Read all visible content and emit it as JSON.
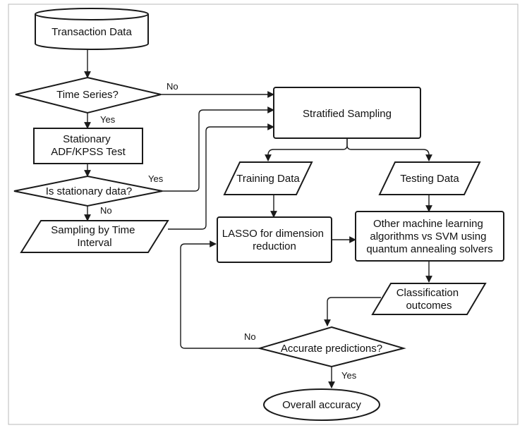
{
  "nodes": {
    "transaction_data": "Transaction Data",
    "time_series": "Time Series?",
    "stationary_test": [
      "Stationary",
      "ADF/KPSS Test"
    ],
    "is_stationary": "Is stationary data?",
    "sampling_interval": [
      "Sampling by Time",
      "Interval"
    ],
    "stratified": "Stratified Sampling",
    "training": "Training Data",
    "testing": "Testing Data",
    "lasso": [
      "LASSO for dimension",
      "reduction"
    ],
    "other_ml": [
      "Other machine learning",
      "algorithms vs SVM using",
      "quantum annealing solvers"
    ],
    "classification": [
      "Classification",
      "outcomes"
    ],
    "accurate": "Accurate predictions?",
    "overall": "Overall accuracy"
  },
  "edge_labels": {
    "ts_no": "No",
    "ts_yes": "Yes",
    "stat_yes": "Yes",
    "stat_no": "No",
    "acc_no": "No",
    "acc_yes": "Yes"
  }
}
